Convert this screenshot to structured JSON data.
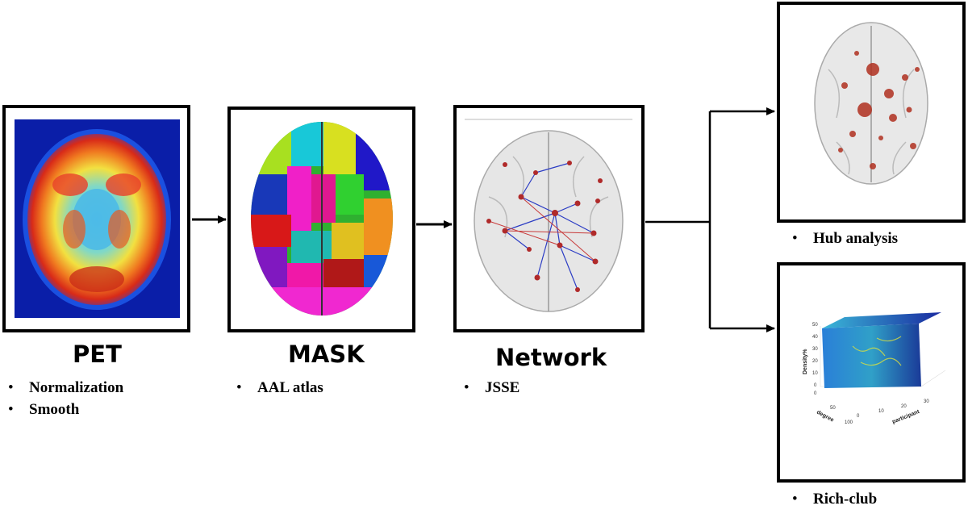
{
  "stages": {
    "pet": {
      "title": "PET",
      "bullets": [
        "Normalization",
        "Smooth"
      ]
    },
    "mask": {
      "title": "MASK",
      "bullets": [
        "AAL atlas"
      ]
    },
    "network": {
      "title": "Network",
      "bullets": [
        "JSSE"
      ]
    }
  },
  "outputs": {
    "hub": {
      "label": "Hub analysis"
    },
    "richclub": {
      "label": "Rich-club",
      "plot": {
        "zlabel": "Density%",
        "xlabel": "degree",
        "ylabel": "participant",
        "zticks": [
          "50",
          "40",
          "30",
          "20",
          "10",
          "0"
        ],
        "xticks": [
          "0",
          "50",
          "100"
        ],
        "yticks": [
          "0",
          "10",
          "20",
          "30"
        ]
      }
    }
  },
  "bullet_glyph": "•",
  "colors": {
    "frame": "#000000",
    "arrow": "#000000",
    "edge_blue": "#2b3cc4",
    "edge_red": "#c83a3a",
    "node": "#b02a2a"
  }
}
